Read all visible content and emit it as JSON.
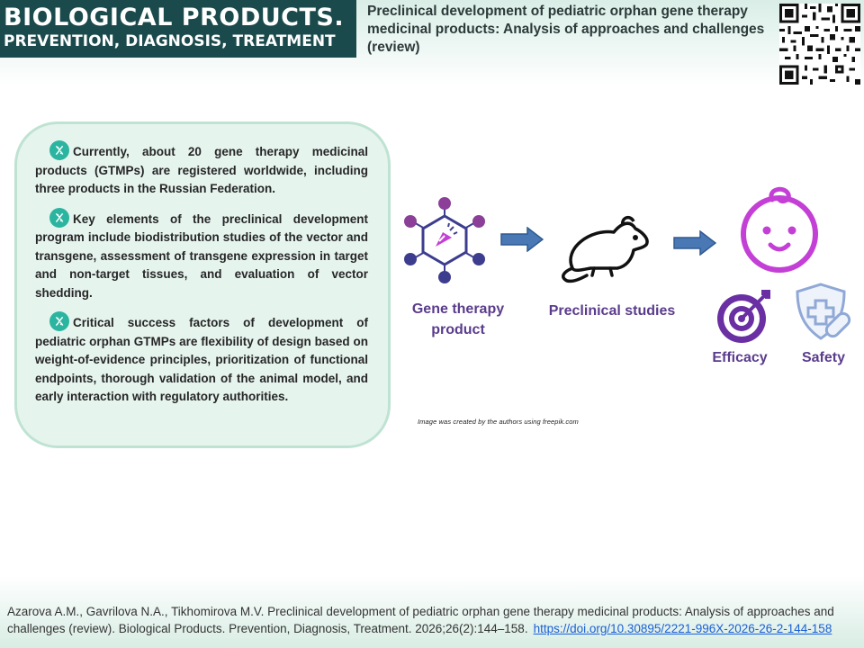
{
  "header": {
    "journal_title": "BIOLOGICAL PRODUCTS.",
    "journal_subtitle": "PREVENTION, DIAGNOSIS, TREATMENT",
    "article_title": "Preclinical development of pediatric orphan gene therapy medicinal products: Analysis of approaches and challenges (review)"
  },
  "key_points": [
    {
      "icon": "dna-icon",
      "text": "Currently, about 20 gene therapy medicinal products (GTMPs) are registered worldwide, including three products in the Russian Federation."
    },
    {
      "icon": "dna-icon",
      "text": "Key elements of the preclinical development program include biodistribution studies of the vector and transgene, assessment of transgene expression in target and non-target tissues, and evaluation of vector shedding."
    },
    {
      "icon": "dna-icon",
      "text": "Critical success factors of development of pediatric orphan GTMPs are flexibility of design based on weight-of-evidence principles, prioritization of functional endpoints, thorough validation of the animal model, and early interaction with regulatory authorities."
    }
  ],
  "flow": {
    "step1_label": "Gene therapy product",
    "step2_label": "Preclinical studies",
    "outcome1_label": "Efficacy",
    "outcome2_label": "Safety",
    "image_credit": "Image  was created  by the authors  using freepik.com"
  },
  "colors": {
    "header_bg": "#1b4a4c",
    "panel_bg": "#e6f4ee",
    "label_purple": "#5a3c8c",
    "arrow_blue": "#4a78b5",
    "icon_magenta": "#c33fd6"
  },
  "footer": {
    "citation": "Azarova A.M., Gavrilova N.A., Tikhomirova M.V. Preclinical development of pediatric orphan gene therapy medicinal products: Analysis of approaches and challenges (review). Biological Products. Prevention, Diagnosis, Treatment. 2026;26(2):144–158.",
    "doi": "https://doi.org/10.30895/2221-996X-2026-26-2-144-158"
  }
}
